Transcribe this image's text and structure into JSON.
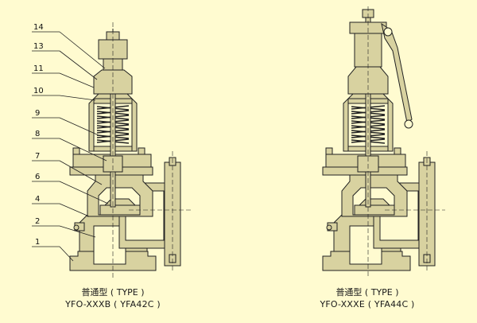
{
  "colors": {
    "background": "#fffbd0",
    "body_fill": "#d8d2a0",
    "stroke": "#222222"
  },
  "left_valve": {
    "part_numbers": [
      "14",
      "13",
      "11",
      "10",
      "9",
      "8",
      "7",
      "6",
      "4",
      "2",
      "1"
    ],
    "caption_type": "普通型 ( TYPE )",
    "caption_model": "YFO-XXXB ( YFA42C )"
  },
  "right_valve": {
    "caption_type": "普通型 ( TYPE )",
    "caption_model": "YFO-XXXE ( YFA44C )"
  }
}
